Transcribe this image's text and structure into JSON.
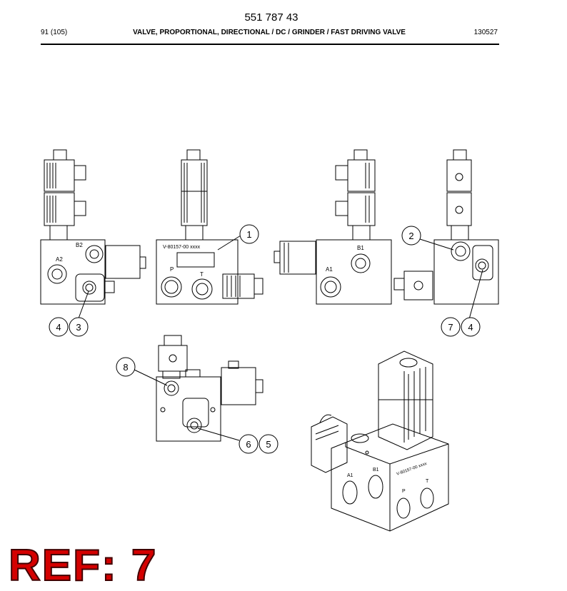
{
  "header": {
    "part_number": "551 787 43",
    "page": "91 (105)",
    "title": "VALVE, PROPORTIONAL, DIRECTIONAL / DC / GRINDER / FAST DRIVING VALVE",
    "date_code": "130527"
  },
  "drawing": {
    "port_labels": {
      "a2": "A2",
      "b2": "B2",
      "p": "P",
      "t": "T",
      "b1": "B1",
      "a1": "A1",
      "block_marking": "V-80157-00 xxxx"
    },
    "callouts": [
      "1",
      "2",
      "3",
      "4",
      "4",
      "5",
      "6",
      "7",
      "8"
    ],
    "iso_labels": {
      "a1": "A1",
      "b1": "B1",
      "p": "P",
      "t": "T",
      "marking": "V-80157-00 xxxx"
    }
  },
  "footer": {
    "ref_label": "REF: 7"
  }
}
